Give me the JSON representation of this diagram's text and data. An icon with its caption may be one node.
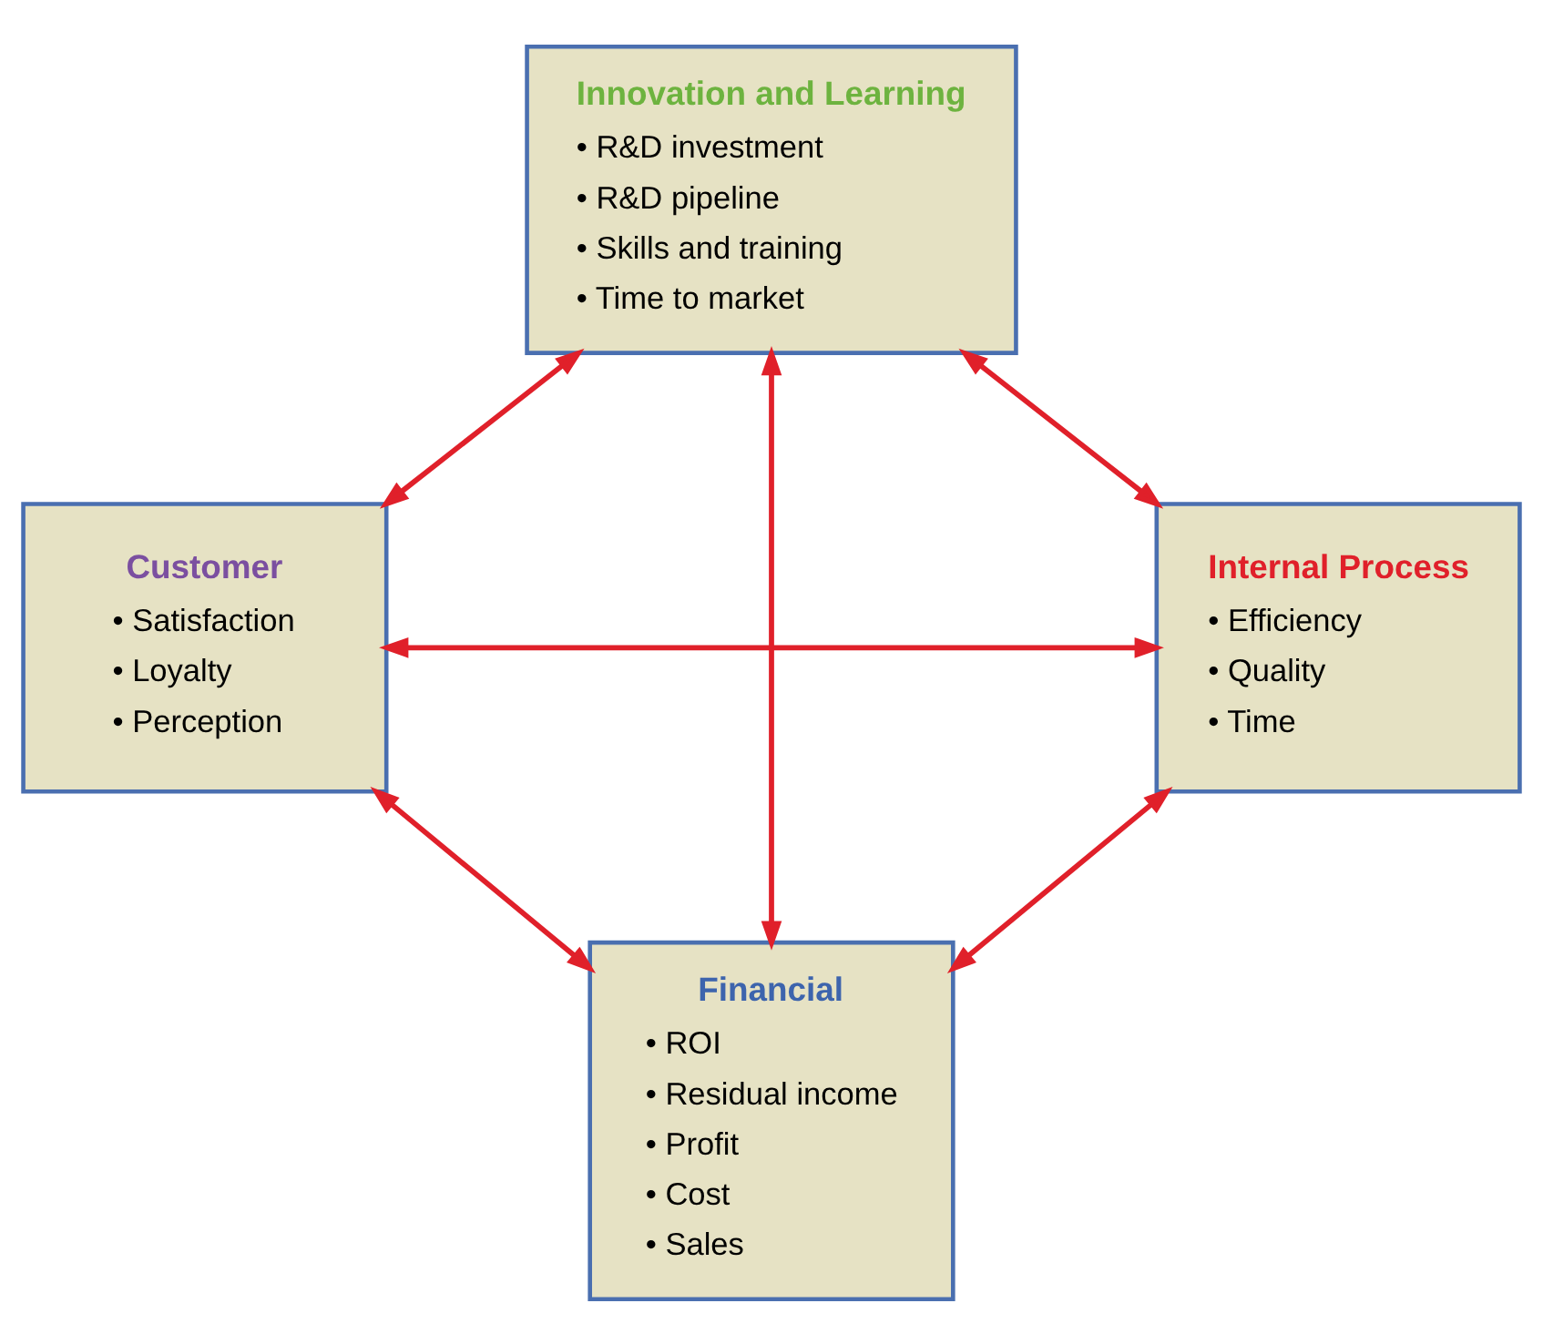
{
  "diagram": {
    "nodes": [
      {
        "text": [
          "Innovation and Learning",
          "• R&D investment",
          "• R&D pipeline",
          "• Skills and training",
          "• Time to market"
        ]
      },
      {
        "text": [
          "Customer",
          "• Satisfaction",
          "• Loyalty",
          "• Perception"
        ]
      },
      {
        "text": [
          "Internal Process",
          "• Efficiency",
          "• Quality",
          "• Time"
        ]
      },
      {
        "text": [
          "Financial",
          "• ROI",
          "• Residual income",
          "• Profit",
          "• Cost",
          "• Sales"
        ]
      }
    ],
    "edges": [
      {
        "from": 0,
        "to": 1,
        "arrow": "both"
      },
      {
        "from": 0,
        "to": 2,
        "arrow": "both"
      },
      {
        "from": 1,
        "to": 2,
        "arrow": "both"
      },
      {
        "from": 0,
        "to": 3,
        "arrow": "both"
      },
      {
        "from": 1,
        "to": 3,
        "arrow": "both"
      },
      {
        "from": 2,
        "to": 3,
        "arrow": "both"
      }
    ]
  }
}
